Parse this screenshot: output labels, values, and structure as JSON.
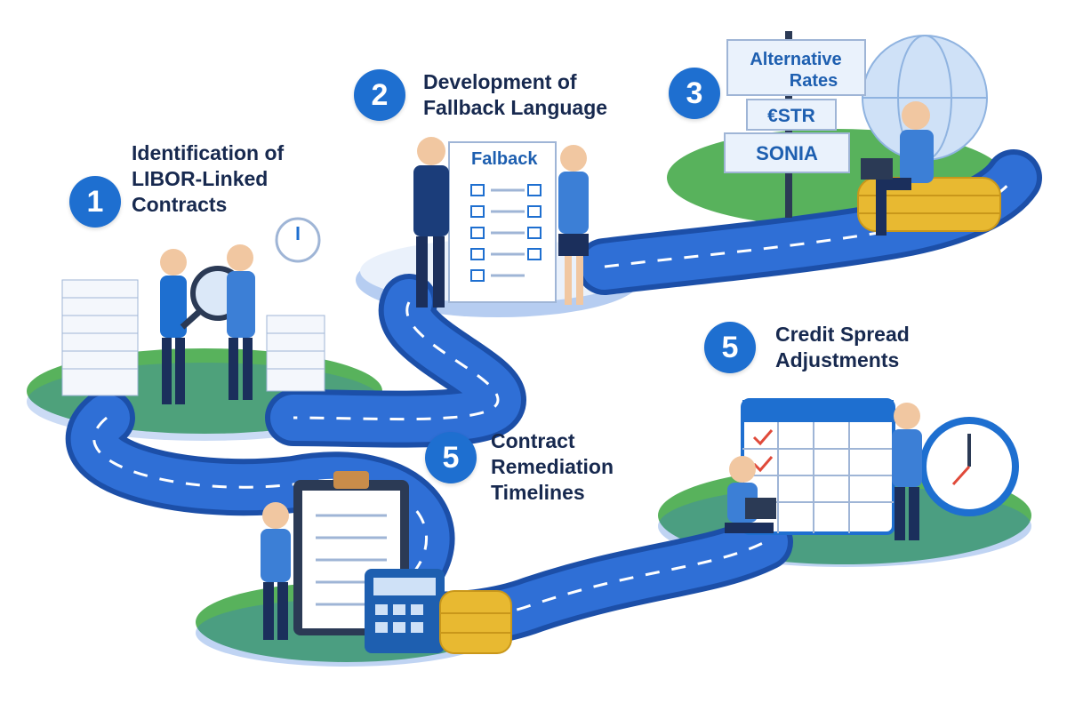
{
  "steps": [
    {
      "number": "1",
      "lines": [
        "Identification of",
        "LIBOR-Linked",
        "Contracts"
      ]
    },
    {
      "number": "2",
      "lines": [
        "Development of",
        "Fallback Language"
      ]
    },
    {
      "number": "3",
      "lines": []
    },
    {
      "number": "5",
      "lines": [
        "Contract",
        "Remediation",
        "Timelines"
      ]
    },
    {
      "number": "5",
      "lines": [
        "Credit Spread",
        "Adjustments"
      ]
    }
  ],
  "signpost": {
    "top": [
      "Alternative",
      "Rates"
    ],
    "middle": "€STR",
    "bottom": "SONIA"
  },
  "document_heading": "Falback",
  "colors": {
    "badge": "#1e6fd0",
    "road": "#2f6fd6",
    "road_edge": "#1c4fa8",
    "grass": "#58b25c",
    "text": "#17294f",
    "coin": "#e8b931"
  }
}
